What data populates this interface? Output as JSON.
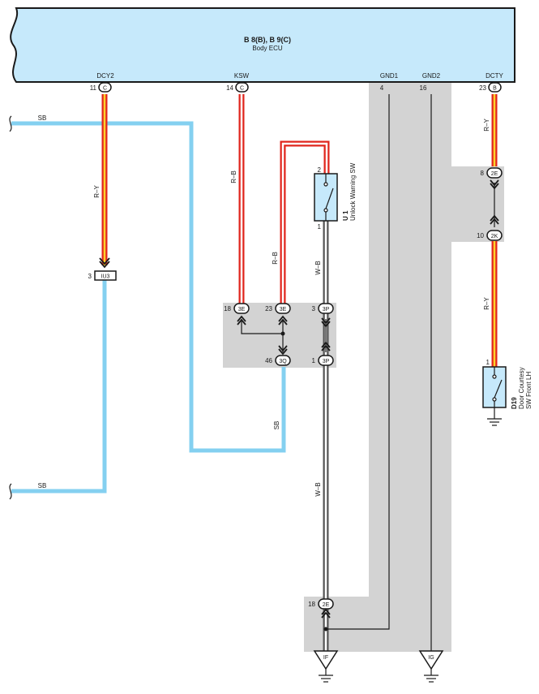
{
  "ecu": {
    "title": "B 8(B), B 9(C)",
    "subtitle": "Body ECU"
  },
  "ecu_pins": {
    "dcy2": {
      "name": "DCY2",
      "num": "11",
      "conn": "C"
    },
    "ksw": {
      "name": "KSW",
      "num": "14",
      "conn": "C"
    },
    "gnd1": {
      "name": "GND1",
      "num": "4"
    },
    "gnd2": {
      "name": "GND2",
      "num": "16"
    },
    "dcty": {
      "name": "DCTY",
      "num": "23",
      "conn": "B"
    }
  },
  "wires": {
    "sb_top": "SB",
    "sb_bottom": "SB",
    "sb_mid": "SB",
    "ry_left": "R–Y",
    "rb_ksw": "R–B",
    "rb_loop": "R–B",
    "wb_upper": "W–B",
    "wb_lower": "W–B",
    "ry_top_right": "R–Y",
    "ry_bottom_right": "R–Y"
  },
  "connectors": {
    "iu3": {
      "num": "3",
      "name": "IU3"
    },
    "j3e_18": {
      "num": "18",
      "name": "3E"
    },
    "j3e_23": {
      "num": "23",
      "name": "3E"
    },
    "j3p_3": {
      "num": "3",
      "name": "3P"
    },
    "j3q_46": {
      "num": "46",
      "name": "3Q"
    },
    "j3p_1": {
      "num": "1",
      "name": "3P"
    },
    "j2e_8": {
      "num": "8",
      "name": "2E"
    },
    "j2k_10": {
      "num": "10",
      "name": "2K"
    },
    "j2e_18": {
      "num": "18",
      "name": "2E"
    }
  },
  "components": {
    "u1": {
      "id": "U 1",
      "name": "Unlock Warning SW",
      "pin_top": "2",
      "pin_bottom": "1"
    },
    "d19": {
      "id": "D19",
      "name_line1": "Door Courtesy",
      "name_line2": "SW Front LH",
      "pin_top": "1"
    }
  },
  "grounds": {
    "if": "IF",
    "ig": "IG"
  },
  "colors": {
    "ecu_fill": "#c6e9fb",
    "ground_shade": "#d3d3d3",
    "sb_wire": "#84d0f0",
    "red": "#e0261d",
    "yellow": "#ffd22b"
  }
}
